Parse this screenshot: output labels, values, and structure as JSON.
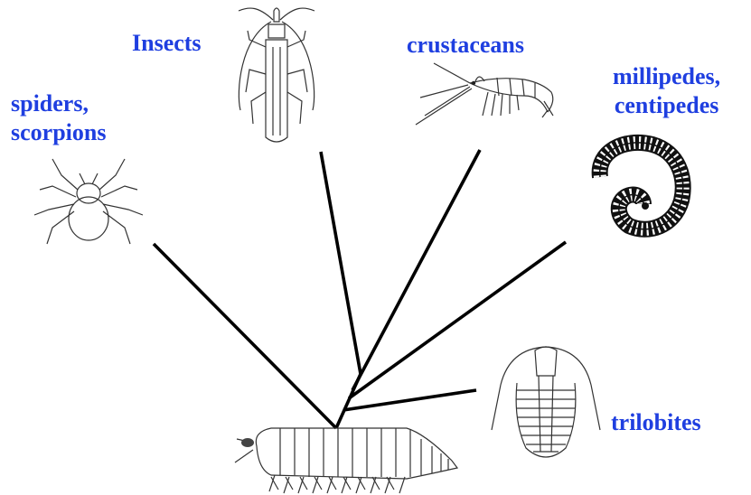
{
  "diagram": {
    "labels": {
      "insects": "Insects",
      "crustaceans": "crustaceans",
      "spiders_line1": "spiders,",
      "spiders_line2": "scorpions",
      "millipedes_line1": "millipedes,",
      "millipedes_line2": "centipedes",
      "trilobites": "trilobites"
    },
    "label_color": "#1f3fe0",
    "illustrations": [
      "beetle",
      "shrimp",
      "spider",
      "millipede",
      "trilobite",
      "ancestral-arthropod"
    ]
  }
}
